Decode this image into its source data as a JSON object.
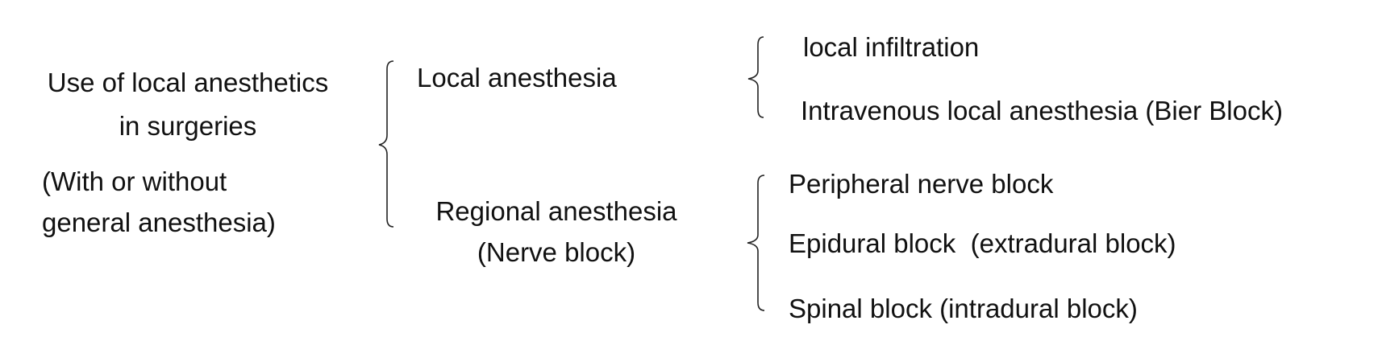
{
  "root": {
    "line1": "Use of local anesthetics",
    "line2": "in surgeries",
    "note_line1": "(With or without",
    "note_line2": "general anesthesia)"
  },
  "branches": [
    {
      "label": "Local anesthesia",
      "children": [
        "local infiltration",
        "Intravenous local anesthesia (Bier Block)"
      ]
    },
    {
      "label_line1": "Regional anesthesia",
      "label_line2": "(Nerve block)",
      "children": [
        "Peripheral nerve block",
        "Epidural block  (extradural block)",
        "Spinal block (intradural block)"
      ]
    }
  ]
}
